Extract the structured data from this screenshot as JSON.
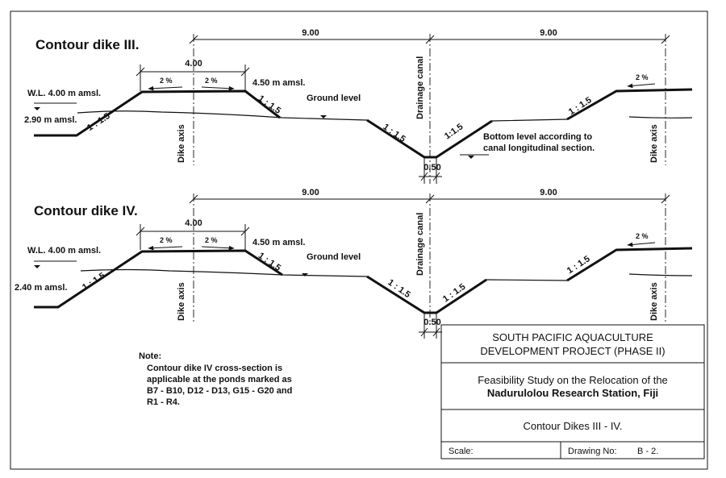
{
  "section1": {
    "title": "Contour dike III.",
    "dim_total_left": "9.00",
    "dim_total_right": "9.00",
    "dim_crest": "4.00",
    "dim_canal_bottom": "0.50",
    "water_level": "W.L. 4.00 m amsl.",
    "ground_elev": "2.90 m amsl.",
    "crest_elev": "4.50 m amsl.",
    "slope_outer": "1 : 1.5",
    "slope_inner": "1 : 1.5",
    "slope_canal_left": "1 : 1.5",
    "slope_canal_right": "1:1.5",
    "slope_right_dike": "1 : 1.5",
    "crest_grade_left": "2 %",
    "crest_grade_right": "2 %",
    "crest_grade_far": "2 %",
    "ground_level": "Ground level",
    "drainage_canal": "Drainage canal",
    "dike_axis_left": "Dike axis",
    "dike_axis_right": "Dike axis",
    "bottom_note_1": "Bottom level according to",
    "bottom_note_2": "canal longitudinal section."
  },
  "section2": {
    "title": "Contour dike IV.",
    "dim_total_left": "9.00",
    "dim_total_right": "9.00",
    "dim_crest": "4.00",
    "dim_canal_bottom": "0.50",
    "water_level": "W.L. 4.00 m amsl.",
    "ground_elev": "2.40 m amsl.",
    "crest_elev": "4.50 m amsl.",
    "slope_outer": "1 : 1.5",
    "slope_inner": "1 : 1.5",
    "slope_canal_left": "1 : 1.5",
    "slope_canal_right": "1 : 1.5",
    "slope_right_dike": "1 : 1.5",
    "crest_grade_left": "2 %",
    "crest_grade_right": "2 %",
    "crest_grade_far": "2 %",
    "ground_level": "Ground level",
    "drainage_canal": "Drainage canal",
    "dike_axis_left": "Dike axis",
    "dike_axis_right": "Dike axis"
  },
  "note": {
    "heading": "Note:",
    "lines": [
      "Contour dike IV cross-section is",
      "applicable at the ponds marked as",
      "B7 - B10, D12 - D13, G15 - G20 and",
      "R1 - R4."
    ]
  },
  "title_block": {
    "project_1": "SOUTH PACIFIC AQUACULTURE",
    "project_2": "DEVELOPMENT PROJECT (PHASE II)",
    "study_1": "Feasibility Study on the Relocation of the",
    "study_2": "Nadurulolou Research Station, Fiji",
    "drawing_title": "Contour Dikes III - IV.",
    "scale_label": "Scale:",
    "drawing_no_label": "Drawing No:",
    "drawing_no": "B - 2."
  }
}
